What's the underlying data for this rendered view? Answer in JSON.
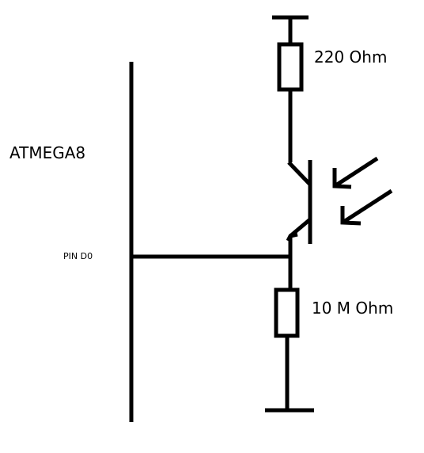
{
  "labels": {
    "chip": "ATMEGA8",
    "pin": "PIN D0",
    "top_resistor": "220 Ohm",
    "bottom_resistor": "10 M Ohm"
  },
  "components": [
    {
      "kind": "pin-bus",
      "label_ref": "labels.chip"
    },
    {
      "kind": "supply-rail"
    },
    {
      "kind": "resistor",
      "value_ref": "labels.top_resistor"
    },
    {
      "kind": "phototransistor",
      "light_arrows": 2
    },
    {
      "kind": "resistor",
      "value_ref": "labels.bottom_resistor"
    },
    {
      "kind": "ground-rail"
    }
  ],
  "colors": {
    "stroke": "#000000",
    "background": "#ffffff"
  }
}
